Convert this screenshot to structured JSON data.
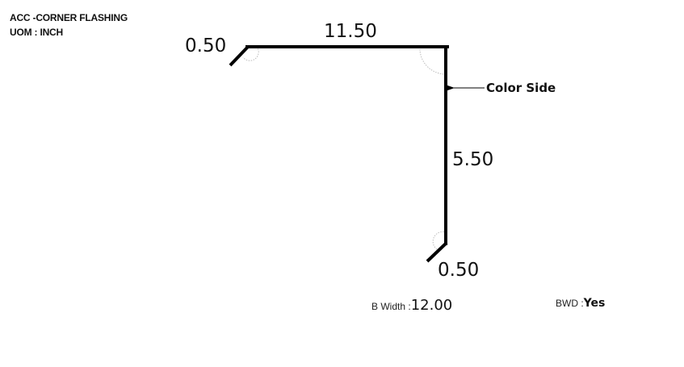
{
  "header": {
    "title": "ACC -CORNER FLASHING",
    "uom": "UOM : INCH"
  },
  "dimensions": {
    "left_hem": "0.50",
    "top_segment": "11.50",
    "vertical_segment": "5.50",
    "bottom_hem": "0.50"
  },
  "annotation": {
    "color_side": "Color Side"
  },
  "footer": {
    "b_width_label": "B Width",
    "b_width_value": "12.00",
    "bwd_label": "BWD",
    "bwd_value": "Yes"
  },
  "colors": {
    "line": "#000000",
    "arc": "#bbbbbb",
    "text": "#111111"
  }
}
